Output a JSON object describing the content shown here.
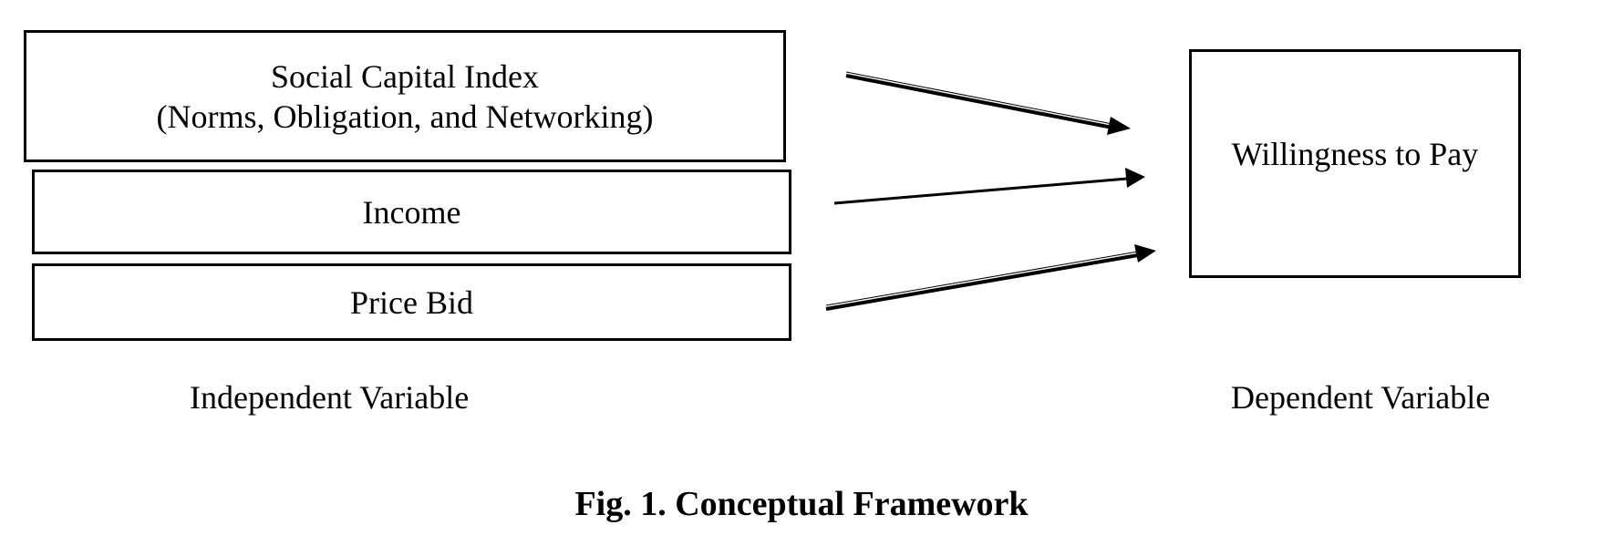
{
  "diagram": {
    "independent_boxes": [
      {
        "line1": "Social Capital Index",
        "line2": "(Norms, Obligation, and Networking)"
      },
      {
        "line1": "Income"
      },
      {
        "line1": "Price Bid"
      }
    ],
    "dependent_box": {
      "line1": "Willingness to Pay"
    },
    "independent_label": "Independent Variable",
    "dependent_label": "Dependent Variable",
    "caption": "Fig. 1. Conceptual Framework"
  }
}
